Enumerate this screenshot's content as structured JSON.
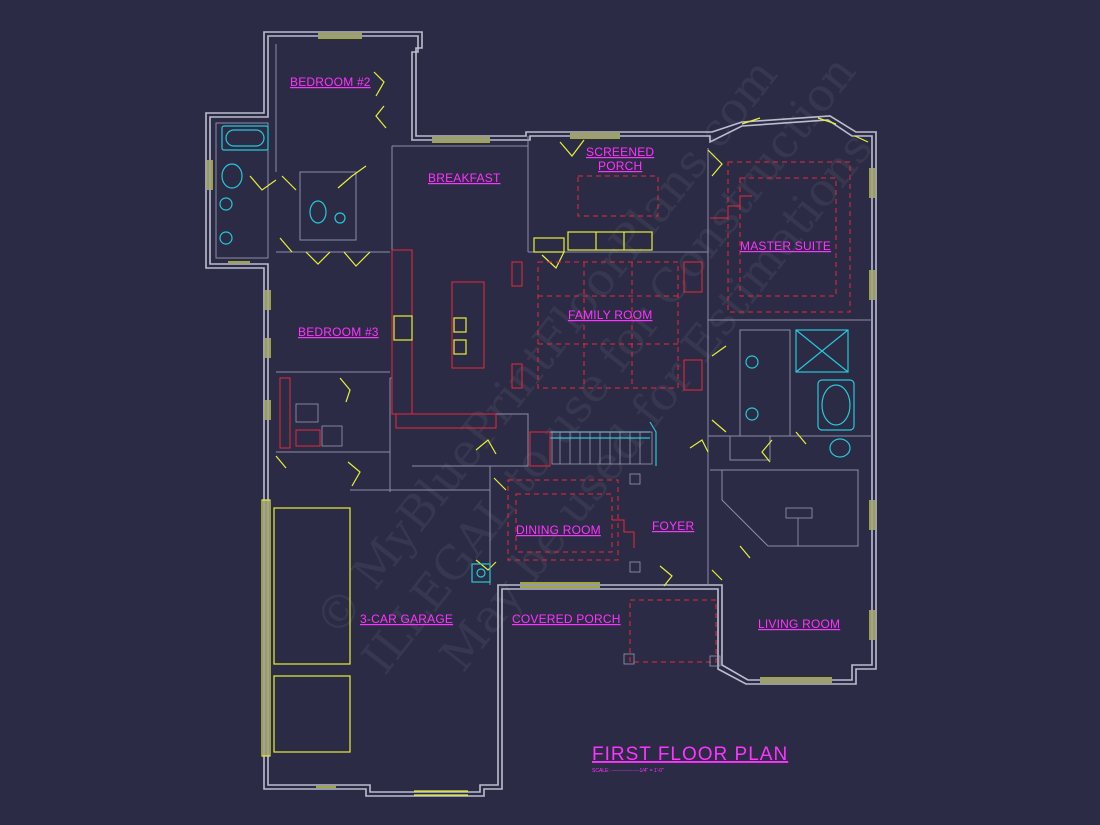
{
  "plan": {
    "title": "FIRST FLOOR PLAN",
    "scale_text": "SCALE: -----------------1/4\" = 1'-0\"",
    "rooms": {
      "bedroom2": "BEDROOM #2",
      "breakfast": "BREAKFAST",
      "screened_porch_line1": "SCREENED",
      "screened_porch_line2": "PORCH",
      "master_suite": "MASTER SUITE",
      "bedroom3": "BEDROOM #3",
      "family_room": "FAMILY ROOM",
      "dining_room": "DINING ROOM",
      "foyer": "FOYER",
      "garage": "3-CAR GARAGE",
      "covered_porch": "COVERED PORCH",
      "living_room": "LIVING ROOM"
    },
    "watermark": {
      "line1": "© MyBluePrintFloorPlans.com",
      "line2": "ILLEGAL to use for Construction",
      "line3": "May be used for Estimations"
    }
  },
  "colors": {
    "background": "#2b2b45",
    "label": "#ff33ff",
    "walls": "#bdbdcf",
    "windows": "#e8ef3a",
    "cabinetry": "#e8283a",
    "fixtures": "#29c7d8"
  }
}
